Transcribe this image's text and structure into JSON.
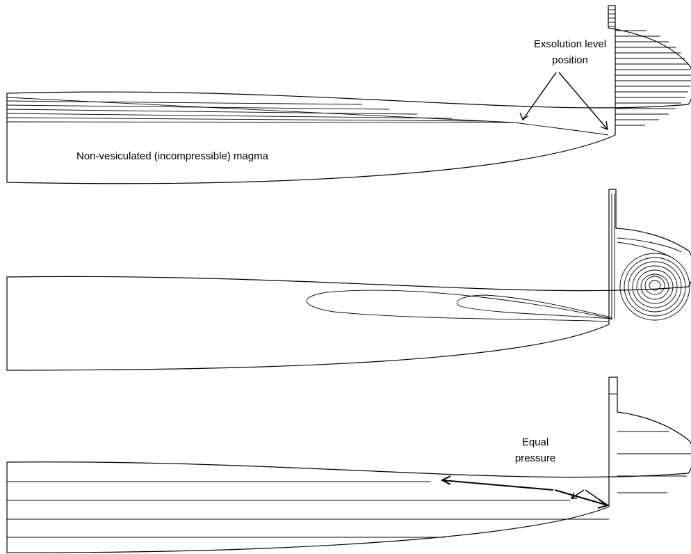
{
  "labels": {
    "exsolution_line1": "Exsolution level",
    "exsolution_line2": "position",
    "magma": "Non-vesiculated (incompressible) magma",
    "equal_line1": "Equal",
    "equal_line2": "pressure"
  }
}
